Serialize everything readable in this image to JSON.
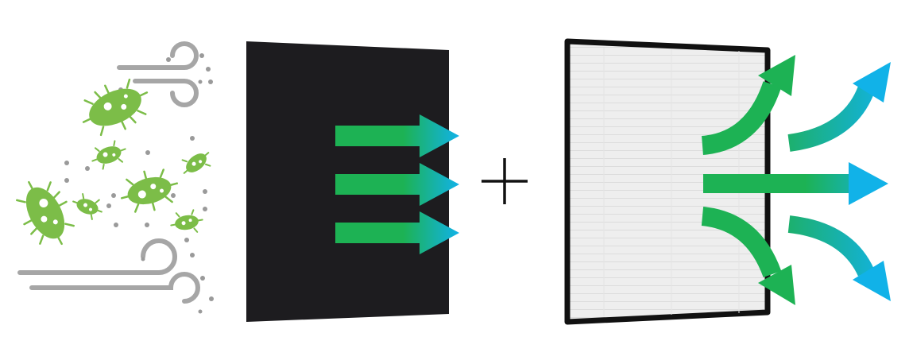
{
  "diagram": {
    "stages": [
      {
        "name": "contaminated-air",
        "icons": [
          "germ-icon",
          "dust-particle-icon",
          "wind-icon"
        ]
      },
      {
        "name": "activated-carbon-filter",
        "arrow_count": 3
      },
      {
        "name": "plus-sign"
      },
      {
        "name": "hepa-filter",
        "arrow_count": 5
      }
    ],
    "colors": {
      "germ_green": "#7cbd48",
      "germ_dark": "#5f9e2f",
      "wind_gray": "#a6a6a6",
      "dust_gray": "#9a9a9a",
      "carbon_black": "#1d1c1f",
      "hepa_white": "#eeeeee",
      "hepa_frame": "#111111",
      "arrow_green": "#1db254",
      "arrow_blue": "#11b2e8",
      "plus": "#111111"
    }
  }
}
